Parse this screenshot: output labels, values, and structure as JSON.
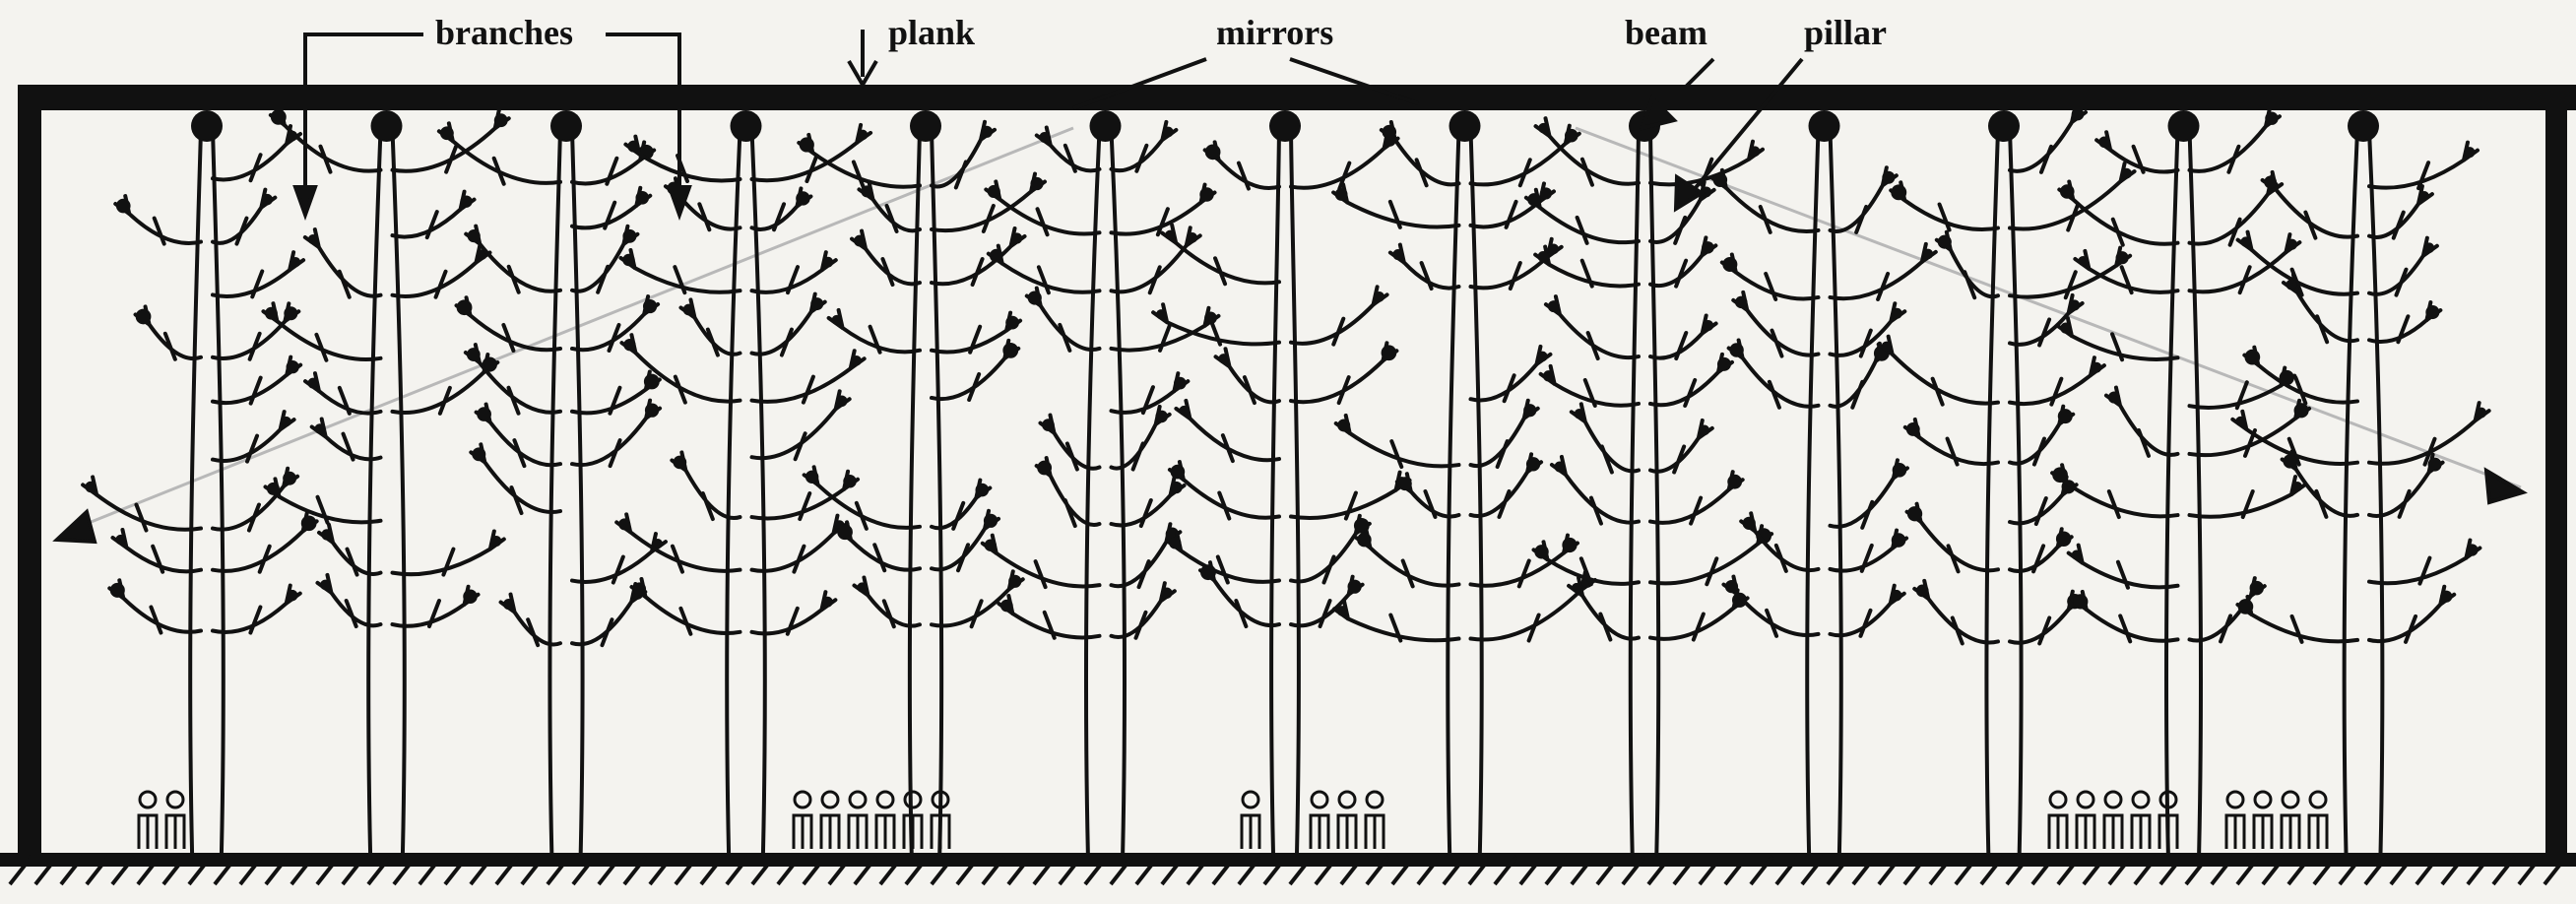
{
  "labels": {
    "branches": "branches",
    "plank": "plank",
    "mirrors": "mirrors",
    "beam": "beam",
    "pillar": "pillar"
  },
  "colors": {
    "ink": "#111111",
    "paper": "#f4f3ef",
    "line": "#b8b8b8"
  },
  "tree_count": 13,
  "people_groups": 6
}
